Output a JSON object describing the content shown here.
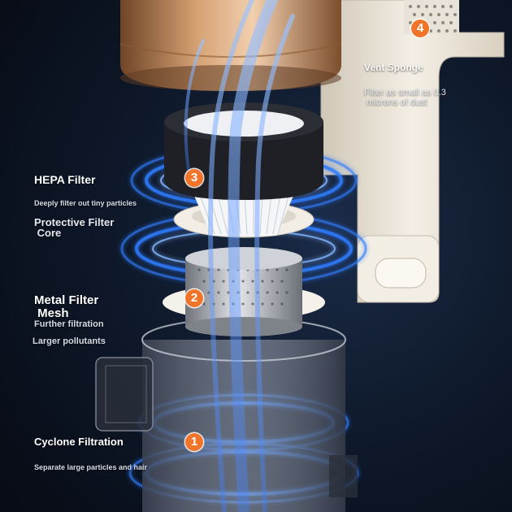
{
  "colors": {
    "badge": "#f0752a",
    "ring_glow": "#2f7dff",
    "background": "#0b1220",
    "body_shell": "#efe9dd",
    "copper": "#b07b4c"
  },
  "annotations": {
    "vent": {
      "number": "4",
      "title": "Vent Sponge",
      "description": "Filter as small as 0.3\n microns of dust"
    },
    "hepa": {
      "number": "3",
      "title": "HEPA Filter",
      "description": "Deeply filter out tiny particles"
    },
    "protective": {
      "title": "Protective Filter\n Core"
    },
    "metal": {
      "number": "2",
      "title": "Metal Filter\n Mesh",
      "description_1": "Further filtration",
      "description_2": "Larger pollutants"
    },
    "cyclone": {
      "number": "1",
      "title": "Cyclone Filtration",
      "description": "Separate large particles and hair"
    }
  }
}
